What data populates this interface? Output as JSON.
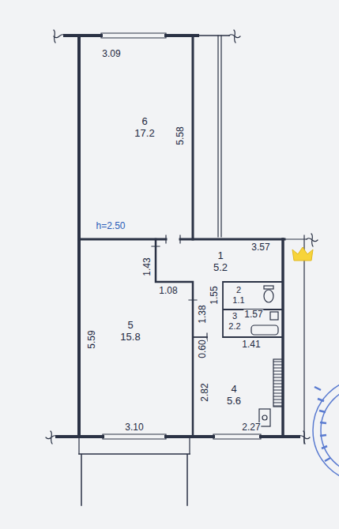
{
  "diagram": {
    "nodes": [
      {
        "text": [
          "6",
          "17.2"
        ]
      },
      {
        "text": [
          "1",
          "5.2"
        ]
      },
      {
        "text": [
          "5",
          "15.8"
        ]
      },
      {
        "text": [
          "2",
          "1.1"
        ]
      },
      {
        "text": [
          "3",
          "2.2"
        ]
      },
      {
        "text": [
          "4",
          "5.6"
        ]
      }
    ],
    "labels": [
      "3.09",
      "5.58",
      "h=2.50",
      "3.57",
      "1.43",
      "1.08",
      "1.55",
      "1.57",
      "1.38",
      "0.60",
      "1.41",
      "5.59",
      "2.82",
      "3.10",
      "2.27"
    ]
  }
}
